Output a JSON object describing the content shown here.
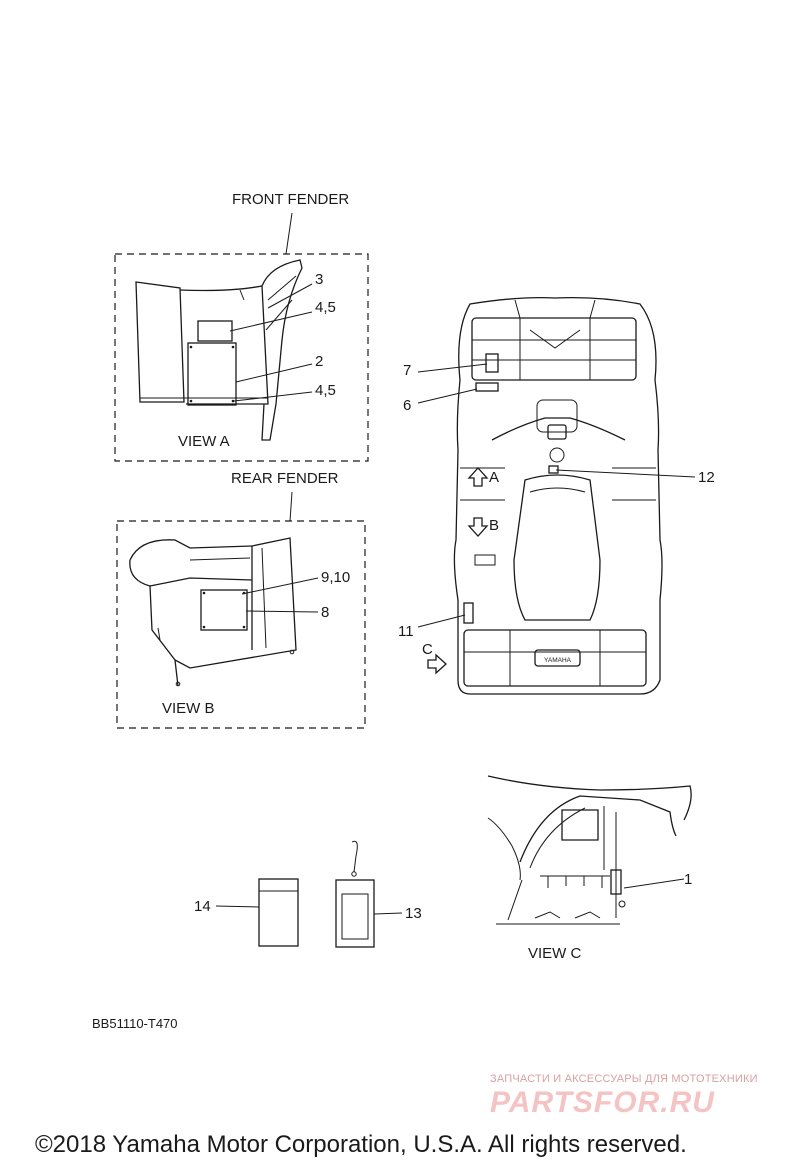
{
  "sections": {
    "front_fender": "FRONT FENDER",
    "rear_fender": "REAR FENDER",
    "view_a": "VIEW A",
    "view_b": "VIEW B",
    "view_c": "VIEW C"
  },
  "callouts": {
    "c1": "1",
    "c2": "2",
    "c3": "3",
    "c45_top": "4,5",
    "c45_bottom": "4,5",
    "c6": "6",
    "c7": "7",
    "c8": "8",
    "c910": "9,10",
    "c11": "11",
    "c12": "12",
    "c13": "13",
    "c14": "14"
  },
  "view_markers": {
    "a": "A",
    "b": "B",
    "c": "C"
  },
  "brand_plate": "YAMAHA",
  "diagram_code": "BB51110-T470",
  "watermark": {
    "tagline": "ЗАПЧАСТИ И АКСЕССУАРЫ ДЛЯ МОТОТЕХНИКИ",
    "site": "PARTSFOR.RU"
  },
  "copyright": "©2018 Yamaha Motor Corporation, U.S.A. All rights reserved."
}
